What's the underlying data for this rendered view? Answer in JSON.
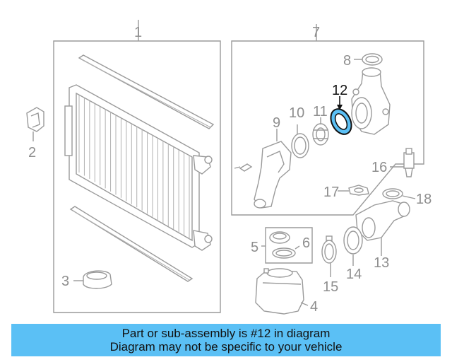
{
  "callouts": {
    "c1": "1",
    "c2": "2",
    "c3": "3",
    "c4": "4",
    "c5": "5",
    "c6": "6",
    "c7": "7",
    "c8": "8",
    "c9": "9",
    "c10": "10",
    "c11": "11",
    "c12": "12",
    "c13": "13",
    "c14": "14",
    "c15": "15",
    "c16": "16",
    "c17": "17",
    "c18": "18"
  },
  "highlighted_part": "12",
  "colors": {
    "banner": "#5bc0f5",
    "highlight": "#5bc0f5",
    "line": "#9a9a9a"
  },
  "banner": {
    "line1": "Part or sub-assembly is #12 in diagram",
    "line2": "Diagram may not be specific to your vehicle"
  }
}
